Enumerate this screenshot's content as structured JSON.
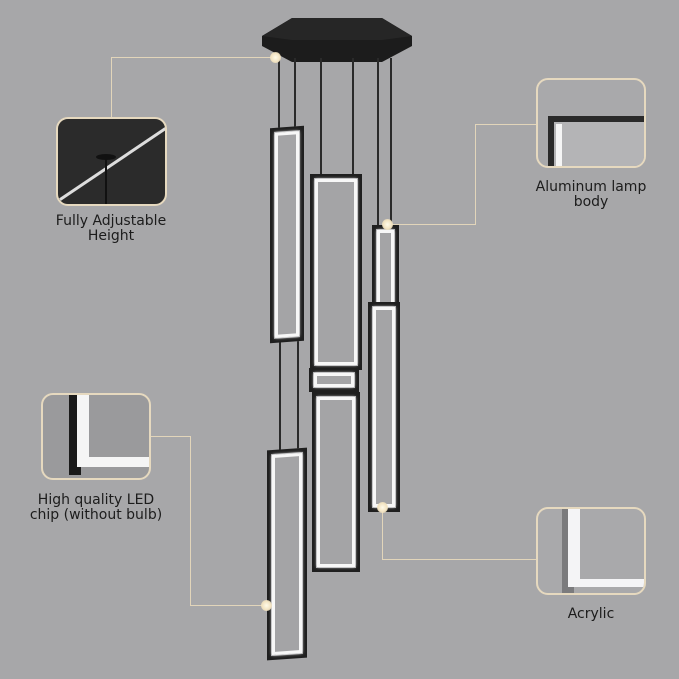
{
  "features": [
    {
      "id": "adjustable",
      "label": "Fully Adjustable Height",
      "lines": [
        "Fully Adjustable",
        "Height"
      ]
    },
    {
      "id": "aluminum",
      "label": "Aluminum lamp body",
      "lines": [
        "Aluminum lamp",
        "body"
      ]
    },
    {
      "id": "led",
      "label": "High quality LED chip (without bulb)",
      "lines": [
        "High quality LED",
        "chip (without bulb)"
      ]
    },
    {
      "id": "acrylic",
      "label": "Acrylic",
      "lines": [
        "Acrylic"
      ]
    }
  ],
  "colors": {
    "background": "#a7a7a9",
    "accent_line": "#e2d5ba",
    "fixture": "#1f1f1f",
    "led": "#f7f7f7"
  }
}
